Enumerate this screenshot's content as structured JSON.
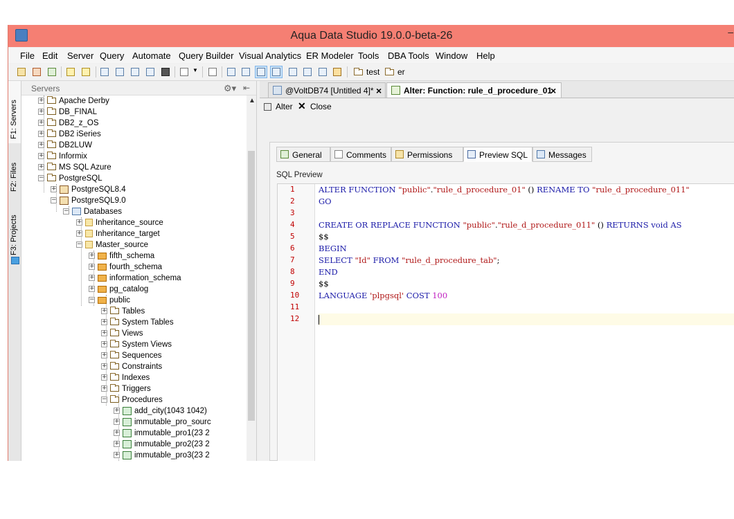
{
  "window": {
    "title": "Aqua Data Studio 19.0.0-beta-26",
    "minimize_glyph": "–"
  },
  "menu": [
    "File",
    "Edit",
    "Server",
    "Query",
    "Automate",
    "Query Builder",
    "Visual Analytics",
    "ER Modeler",
    "Tools",
    "DBA Tools",
    "Window",
    "Help"
  ],
  "toolbar": {
    "bookmarks": [
      "test",
      "er"
    ]
  },
  "side_tabs": [
    "F1: Servers",
    "F2: Files",
    "F3: Projects"
  ],
  "servers_panel": {
    "title": "Servers",
    "tree": [
      {
        "label": "Apache Derby",
        "icon": "folder-icon"
      },
      {
        "label": "DB_FINAL",
        "icon": "folder-icon"
      },
      {
        "label": "DB2_z_OS",
        "icon": "folder-icon"
      },
      {
        "label": "DB2 iSeries",
        "icon": "folder-icon"
      },
      {
        "label": "DB2LUW",
        "icon": "folder-icon"
      },
      {
        "label": "Informix",
        "icon": "folder-icon"
      },
      {
        "label": "MS SQL Azure",
        "icon": "folder-icon"
      },
      {
        "label": "PostgreSQL",
        "icon": "folder-icon"
      },
      {
        "label": "PostgreSQL8.4",
        "icon": "server-icon"
      },
      {
        "label": "PostgreSQL9.0",
        "icon": "server-icon"
      },
      {
        "label": "Databases",
        "icon": "catalog-icon"
      },
      {
        "label": "Inheritance_source",
        "icon": "database-icon"
      },
      {
        "label": "Inheritance_target",
        "icon": "database-icon"
      },
      {
        "label": "Master_source",
        "icon": "database-icon"
      },
      {
        "label": "fifth_schema",
        "icon": "schema-icon"
      },
      {
        "label": "fourth_schema",
        "icon": "schema-icon"
      },
      {
        "label": "information_schema",
        "icon": "schema-icon"
      },
      {
        "label": "pg_catalog",
        "icon": "schema-icon"
      },
      {
        "label": "public",
        "icon": "schema-icon"
      },
      {
        "label": "Tables",
        "icon": "folder-icon"
      },
      {
        "label": "System Tables",
        "icon": "folder-icon"
      },
      {
        "label": "Views",
        "icon": "folder-icon"
      },
      {
        "label": "System Views",
        "icon": "folder-icon"
      },
      {
        "label": "Sequences",
        "icon": "folder-icon"
      },
      {
        "label": "Constraints",
        "icon": "folder-icon"
      },
      {
        "label": "Indexes",
        "icon": "folder-icon"
      },
      {
        "label": "Triggers",
        "icon": "folder-icon"
      },
      {
        "label": "Procedures",
        "icon": "folder-icon"
      },
      {
        "label": "add_city(1043 1042)",
        "icon": "procedure-icon"
      },
      {
        "label": "immutable_pro_sourc",
        "icon": "procedure-icon"
      },
      {
        "label": "immutable_pro1(23 2",
        "icon": "procedure-icon"
      },
      {
        "label": "immutable_pro2(23 2",
        "icon": "procedure-icon"
      },
      {
        "label": "immutable_pro3(23 2",
        "icon": "procedure-icon"
      }
    ]
  },
  "doc_tabs": [
    {
      "label": "@VoltDB74 [Untitled 4]*",
      "active": false
    },
    {
      "label": "Alter: Function: rule_d_procedure_01",
      "active": true
    }
  ],
  "actions": {
    "alter": "Alter",
    "close": "Close"
  },
  "sub_tabs": [
    "General",
    "Comments",
    "Permissions",
    "Preview SQL",
    "Messages"
  ],
  "sql_preview_label": "SQL Preview",
  "editor": {
    "line_numbers": [
      "1",
      "2",
      "3",
      "4",
      "5",
      "6",
      "7",
      "8",
      "9",
      "10",
      "11",
      "12"
    ],
    "lines": [
      [
        [
          "kw",
          "ALTER FUNCTION "
        ],
        [
          "str",
          "\"public\""
        ],
        [
          "plain",
          "."
        ],
        [
          "str",
          "\"rule_d_procedure_01\""
        ],
        [
          "plain",
          " () "
        ],
        [
          "kw",
          "RENAME TO "
        ],
        [
          "str",
          "\"rule_d_procedure_011\""
        ]
      ],
      [
        [
          "kw",
          "GO"
        ]
      ],
      [],
      [
        [
          "kw",
          "CREATE OR REPLACE FUNCTION "
        ],
        [
          "str",
          "\"public\""
        ],
        [
          "plain",
          "."
        ],
        [
          "str",
          "\"rule_d_procedure_011\""
        ],
        [
          "plain",
          " () "
        ],
        [
          "kw",
          "RETURNS void AS"
        ]
      ],
      [
        [
          "plain",
          "$$"
        ]
      ],
      [
        [
          "kw",
          "BEGIN"
        ]
      ],
      [
        [
          "kw",
          "SELECT "
        ],
        [
          "str",
          "\"Id\""
        ],
        [
          "kw",
          " FROM "
        ],
        [
          "str",
          "\"rule_d_procedure_tab\""
        ],
        [
          "plain",
          ";"
        ]
      ],
      [
        [
          "kw",
          "END"
        ]
      ],
      [
        [
          "plain",
          "$$"
        ]
      ],
      [
        [
          "kw",
          "LANGUAGE "
        ],
        [
          "str",
          "'plpgsql'"
        ],
        [
          "kw",
          " COST "
        ],
        [
          "num",
          "100"
        ]
      ],
      [],
      []
    ]
  }
}
